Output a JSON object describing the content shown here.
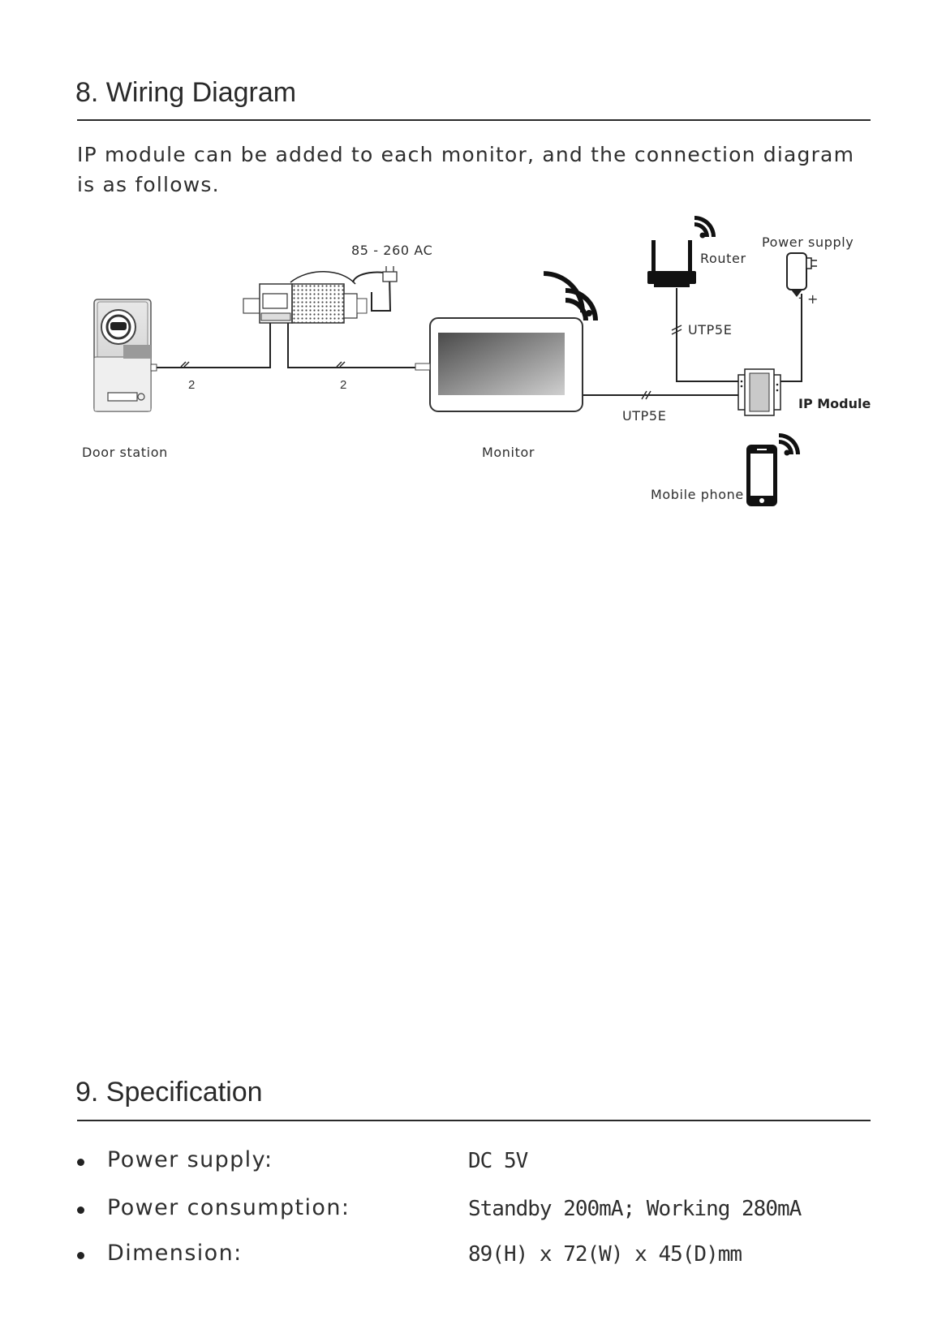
{
  "section8": {
    "title": "8. Wiring Diagram",
    "intro": "IP module can be added to each monitor, and the connection diagram is as follows."
  },
  "diagram": {
    "labels": {
      "ac_input": "85 - 260 AC",
      "router": "Router",
      "power_supply": "Power supply",
      "utp_router": "UTP5E",
      "utp_monitor": "UTP5E",
      "ip_module": "IP Module",
      "door_station": "Door station",
      "monitor": "Monitor",
      "mobile_phone": "Mobile phone",
      "wire_count_left": "2",
      "wire_count_right": "2",
      "polarity_minus": "-",
      "polarity_plus": "+"
    }
  },
  "section9": {
    "title": "9. Specification",
    "specs": [
      {
        "label": "Power supply:",
        "value": "DC 5V"
      },
      {
        "label": "Power consumption:",
        "value": "Standby 200mA; Working 280mA"
      },
      {
        "label": "Dimension:",
        "value": "89(H) x 72(W) x 45(D)mm"
      }
    ]
  }
}
